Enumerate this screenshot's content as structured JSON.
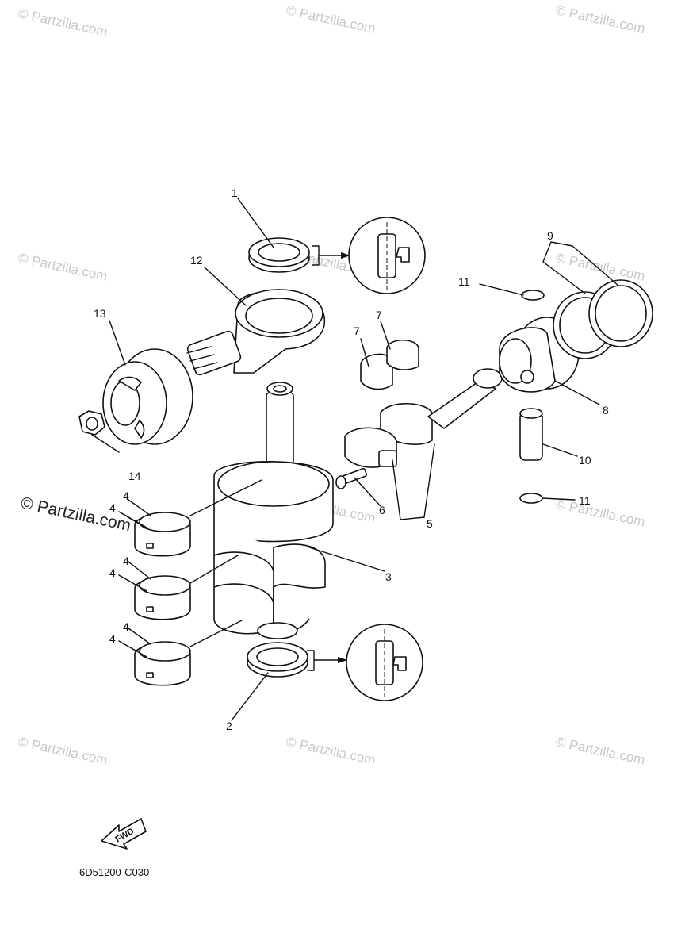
{
  "diagram": {
    "watermark_text": "© Partzilla.com",
    "diagram_code": "6D51200-C030",
    "fwd_label": "FWD",
    "callouts": [
      "1",
      "2",
      "3",
      "4",
      "4",
      "4",
      "4",
      "4",
      "4",
      "5",
      "6",
      "7",
      "7",
      "8",
      "9",
      "10",
      "11",
      "11",
      "12",
      "13",
      "14"
    ]
  }
}
